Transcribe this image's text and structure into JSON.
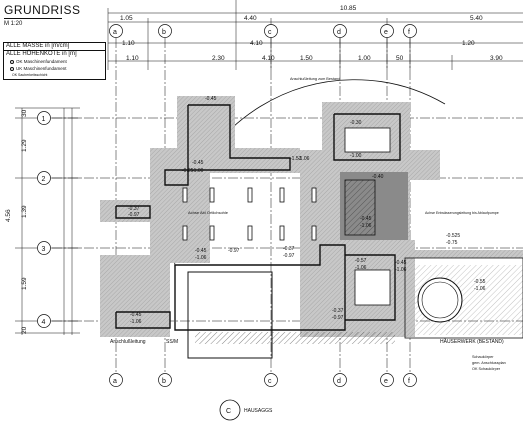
{
  "title": "GRUNDRISS",
  "scale": "M 1:20",
  "legend": {
    "row1": "ALLE MASSE in [m/cm]",
    "row2": "ALLE HÖHENKOTE in [m]",
    "item1": "OK Maschinenfundament",
    "item2": "UK Maschinenfundament",
    "item3": "OK Sauberkeitsschicht"
  },
  "axes_top": [
    "a",
    "b",
    "c",
    "d",
    "e",
    "f"
  ],
  "axes_left": [
    "1",
    "2",
    "3",
    "4"
  ],
  "dims_top": {
    "overall": "10.85",
    "r1": [
      "1.05",
      "4.40",
      "5.40"
    ],
    "r2": [
      "1.10",
      "4.10",
      "1.20"
    ],
    "r3": [
      "1.10",
      "2.30",
      "4.10",
      "1.50",
      "1.00",
      "50",
      "3.90"
    ]
  },
  "dims_left": {
    "overall": "4.56",
    "segs": [
      "1.29",
      "1.39",
      "1.59"
    ],
    "small_top": "30",
    "small_bottom": "20"
  },
  "labels": {
    "anschluss": "Anschlußleitung",
    "anschluss_val": "SS/M",
    "haeuserwerk": "HÄUSERWERK (BESTAND)",
    "section_c": "C",
    "section_c_sub": "HAUSAGGS",
    "note_mid": "Achse Abl Ortlichsohle",
    "note_right": "Achse Entwässerungsleitung bis Ablaufpumpe",
    "note_br1": "Schaukörper",
    "note_br2": "gem. Anschlussplan",
    "note_br3": "OK Schaukörper",
    "top_note": "Anschlußleitung zum Bestand"
  },
  "kotes": [
    "-0.45",
    "-1.00",
    "-0.45",
    "-1.06",
    "-0.30",
    "-1.00",
    "-0.37",
    "-0.97",
    "-0.45",
    "-1.06",
    "-0.37",
    "-0.97",
    "-0.57",
    "-1.06",
    "-0.45",
    "-1.06",
    "-0.525",
    "-0.75",
    "-0.45",
    "-1.06",
    "-0.37",
    "-0.97",
    "-0.45",
    "-1.06",
    "-0.25",
    "-0.97",
    "-0.55",
    "-1.06",
    "-1.53",
    "-0.40"
  ],
  "colors": {
    "hatch": "#bdbdbd",
    "dark": "#7a7a7a",
    "line": "#111111"
  }
}
